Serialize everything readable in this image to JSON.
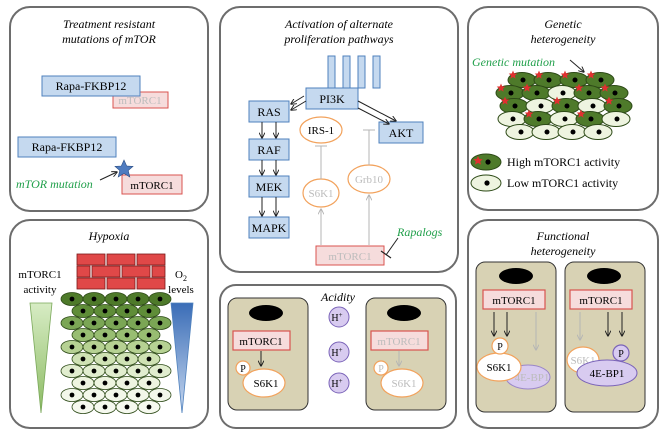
{
  "colors": {
    "panel_stroke": "#6d6d6d",
    "blue_box_fill": "#c5d9ef",
    "blue_box_stroke": "#4f81bd",
    "mtorc1_fill": "#f6dcdc",
    "mtorc1_stroke": "#d9534f",
    "faded_text": "#bcbcbc",
    "green_text": "#21a04b",
    "orange_stroke": "#f2a25c",
    "cell_dark_green": "#4e7a2a",
    "cell_pale": "#eef4e0",
    "red_brick": "#e04848",
    "lavender": "#d8cbf0",
    "tan": "#d8d2b4"
  },
  "panel_mtor": {
    "title_line1": "Treatment resistant",
    "title_line2": "mutations of mTOR",
    "rapa_label": "Rapa-FKBP12",
    "mtorc1_label": "mTORC1",
    "mutation_label": "mTOR mutation",
    "star_icon": "star-icon"
  },
  "panel_pathways": {
    "title_line1": "Activation of alternate",
    "title_line2": "proliferation pathways",
    "pi3k": "PI3K",
    "ras": "RAS",
    "raf": "RAF",
    "mek": "MEK",
    "mapk": "MAPK",
    "akt": "AKT",
    "irs1": "IRS-1",
    "s6k1": "S6K1",
    "grb10": "Grb10",
    "mtorc1": "mTORC1",
    "rapalogs": "Rapalogs"
  },
  "panel_genetic": {
    "title_line1": "Genetic",
    "title_line2": "heterogeneity",
    "mutation_label": "Genetic mutation",
    "legend_high": "High mTORC1 activity",
    "legend_low": "Low mTORC1 activity"
  },
  "panel_hypoxia": {
    "title": "Hypoxia",
    "left_label_line1": "mTORC1",
    "left_label_line2": "activity",
    "right_label_o": "O",
    "right_label_sub": "2",
    "right_label_line2": "levels"
  },
  "panel_acidity": {
    "title": "Acidity",
    "mtorc1": "mTORC1",
    "p_label": "P",
    "s6k1": "S6K1",
    "h_label": "H",
    "h_sup": "+"
  },
  "panel_functional": {
    "title_line1": "Functional",
    "title_line2": "heterogeneity",
    "mtorc1": "mTORC1",
    "p_label": "P",
    "s6k1": "S6K1",
    "fourebp1": "4E-BP1",
    "faded_bp1": "4E-BP1"
  }
}
